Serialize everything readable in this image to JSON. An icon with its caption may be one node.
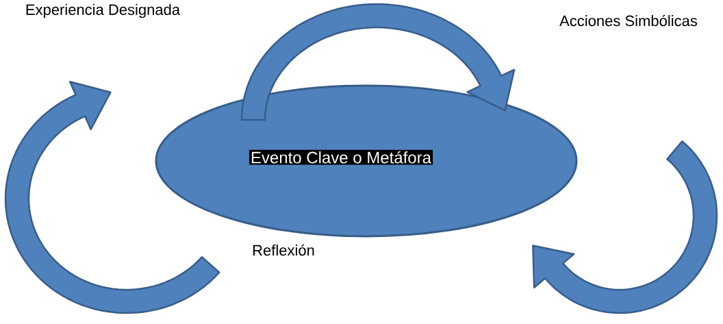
{
  "diagram": {
    "nodes": [
      {
        "text": [
          "Experiencia Designada"
        ]
      },
      {
        "text": [
          "Acciones Simbólicas"
        ]
      },
      {
        "text": [
          "Evento Clave o Metáfora"
        ]
      },
      {
        "text": [
          "Reflexión"
        ]
      }
    ]
  }
}
